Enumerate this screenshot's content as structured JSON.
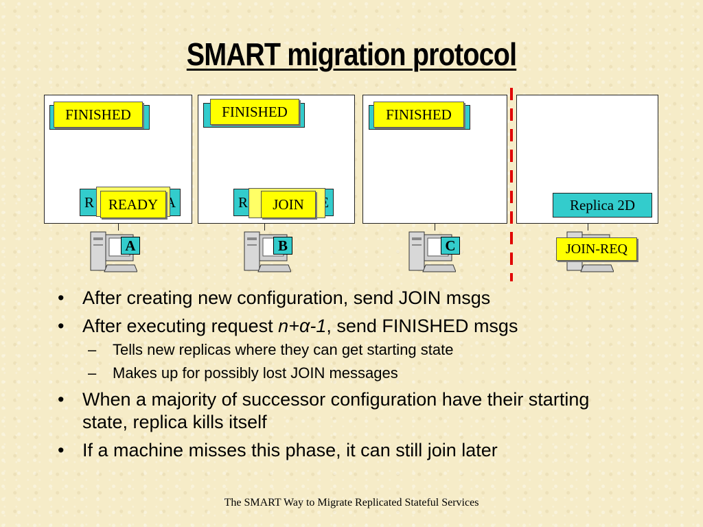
{
  "slide": {
    "title": "SMART migration protocol",
    "footer": "The SMART Way to Migrate Replicated Stateful Services"
  },
  "diagram": {
    "box1": {
      "message_top": "FINISHED",
      "replica_left": "R",
      "replica_right": "A",
      "message_bottom": "READY",
      "machine": "A"
    },
    "box2": {
      "message_top": "FINISHED",
      "replica_left": "R",
      "replica_right": "E",
      "message_bottom": "JOIN",
      "machine": "B"
    },
    "box3": {
      "message_top": "FINISHED",
      "machine": "C"
    },
    "box4": {
      "replica": "Replica 2D",
      "message_bottom": "JOIN-REQ"
    }
  },
  "bullets": [
    {
      "text": "After creating new configuration, send JOIN msgs"
    },
    {
      "text_before": "After executing request ",
      "text_italic": "n+α-1",
      "text_after": ", send FINISHED msgs"
    },
    {
      "text": "When a majority of successor configuration have their starting state, replica kills itself"
    },
    {
      "text": "If a machine misses this phase, it can still join later"
    }
  ],
  "sub_bullets": [
    {
      "text": "Tells new replicas where they can get starting state"
    },
    {
      "text": "Makes up for possibly lost JOIN messages"
    }
  ],
  "colors": {
    "background": "#f6ecc8",
    "message_note": "#ffff00",
    "replica_note": "#33cccc",
    "divider": "#e00000"
  }
}
